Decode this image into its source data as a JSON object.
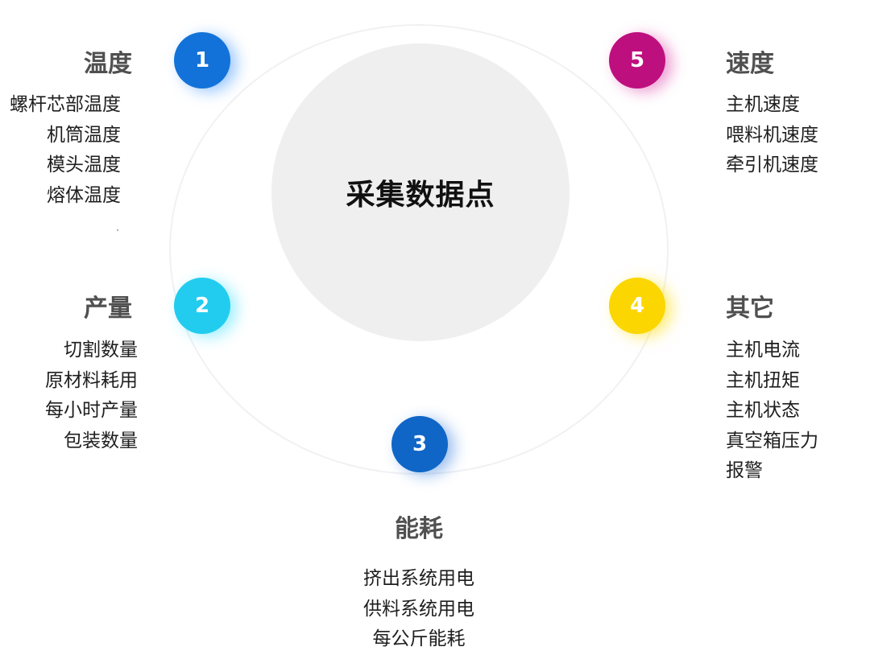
{
  "center": {
    "title": "采集数据点"
  },
  "nodes": [
    {
      "number": "1",
      "color": "#1372d9"
    },
    {
      "number": "2",
      "color": "#22ccef"
    },
    {
      "number": "3",
      "color": "#0f66c7"
    },
    {
      "number": "4",
      "color": "#fbd600"
    },
    {
      "number": "5",
      "color": "#be0f7f"
    }
  ],
  "groups": {
    "temperature": {
      "title": "温度",
      "items": [
        "螺杆芯部温度",
        "机筒温度",
        "模头温度",
        "熔体温度"
      ]
    },
    "output": {
      "title": "产量",
      "items": [
        "切割数量",
        "原材料耗用",
        "每小时产量",
        "包装数量"
      ]
    },
    "energy": {
      "title": "能耗",
      "items": [
        "挤出系统用电",
        "供料系统用电",
        "每公斤能耗"
      ]
    },
    "other": {
      "title": "其它",
      "items": [
        "主机电流",
        "主机扭矩",
        "主机状态",
        "真空箱压力",
        "报警"
      ]
    },
    "speed": {
      "title": "速度",
      "items": [
        "主机速度",
        "喂料机速度",
        "牵引机速度"
      ]
    }
  }
}
